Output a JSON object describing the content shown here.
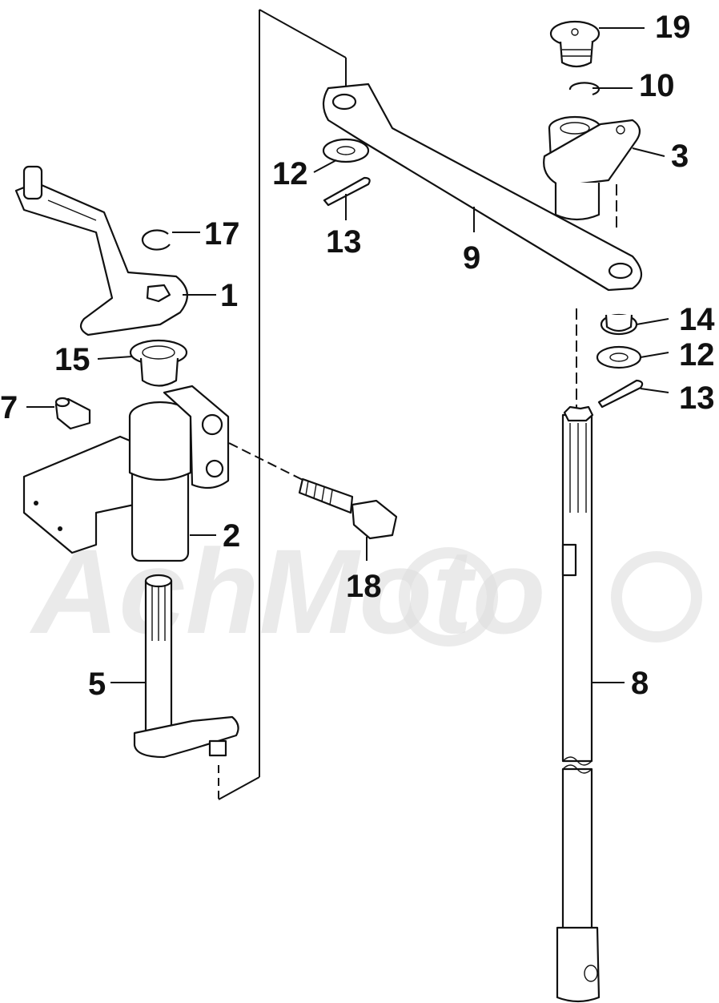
{
  "callouts": [
    {
      "id": "c1",
      "text": "1"
    },
    {
      "id": "c2",
      "text": "2"
    },
    {
      "id": "c3",
      "text": "3"
    },
    {
      "id": "c5",
      "text": "5"
    },
    {
      "id": "c7",
      "text": "7"
    },
    {
      "id": "c8",
      "text": "8"
    },
    {
      "id": "c9",
      "text": "9"
    },
    {
      "id": "c10",
      "text": "10"
    },
    {
      "id": "c12a",
      "text": "12"
    },
    {
      "id": "c12b",
      "text": "12"
    },
    {
      "id": "c13a",
      "text": "13"
    },
    {
      "id": "c13b",
      "text": "13"
    },
    {
      "id": "c14",
      "text": "14"
    },
    {
      "id": "c15",
      "text": "15"
    },
    {
      "id": "c17",
      "text": "17"
    },
    {
      "id": "c18",
      "text": "18"
    },
    {
      "id": "c19",
      "text": "19"
    }
  ],
  "watermark": {
    "text": "AchMoto"
  }
}
